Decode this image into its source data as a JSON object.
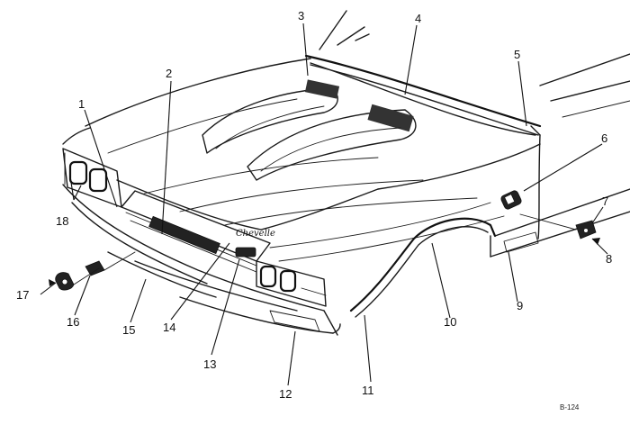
{
  "callouts": [
    "1",
    "2",
    "3",
    "4",
    "5",
    "6",
    "7",
    "8",
    "9",
    "10",
    "11",
    "12",
    "13",
    "14",
    "15",
    "16",
    "17",
    "18"
  ],
  "reference_code": "B-124",
  "emblem_script": "Chevelle",
  "parts": [
    "hood",
    "hood-scoops",
    "windshield-reveal-molding",
    "cowl-vent-molding",
    "fender",
    "fender-emblem",
    "wheel-opening-molding",
    "rocker-molding",
    "front-bumper",
    "grille",
    "headlamps",
    "parking-lamp",
    "headlamp-bezel",
    "grille-emblem",
    "grille-nameplate",
    "lower-valance",
    "marker-lamp-assembly",
    "side-marker-lamp"
  ]
}
